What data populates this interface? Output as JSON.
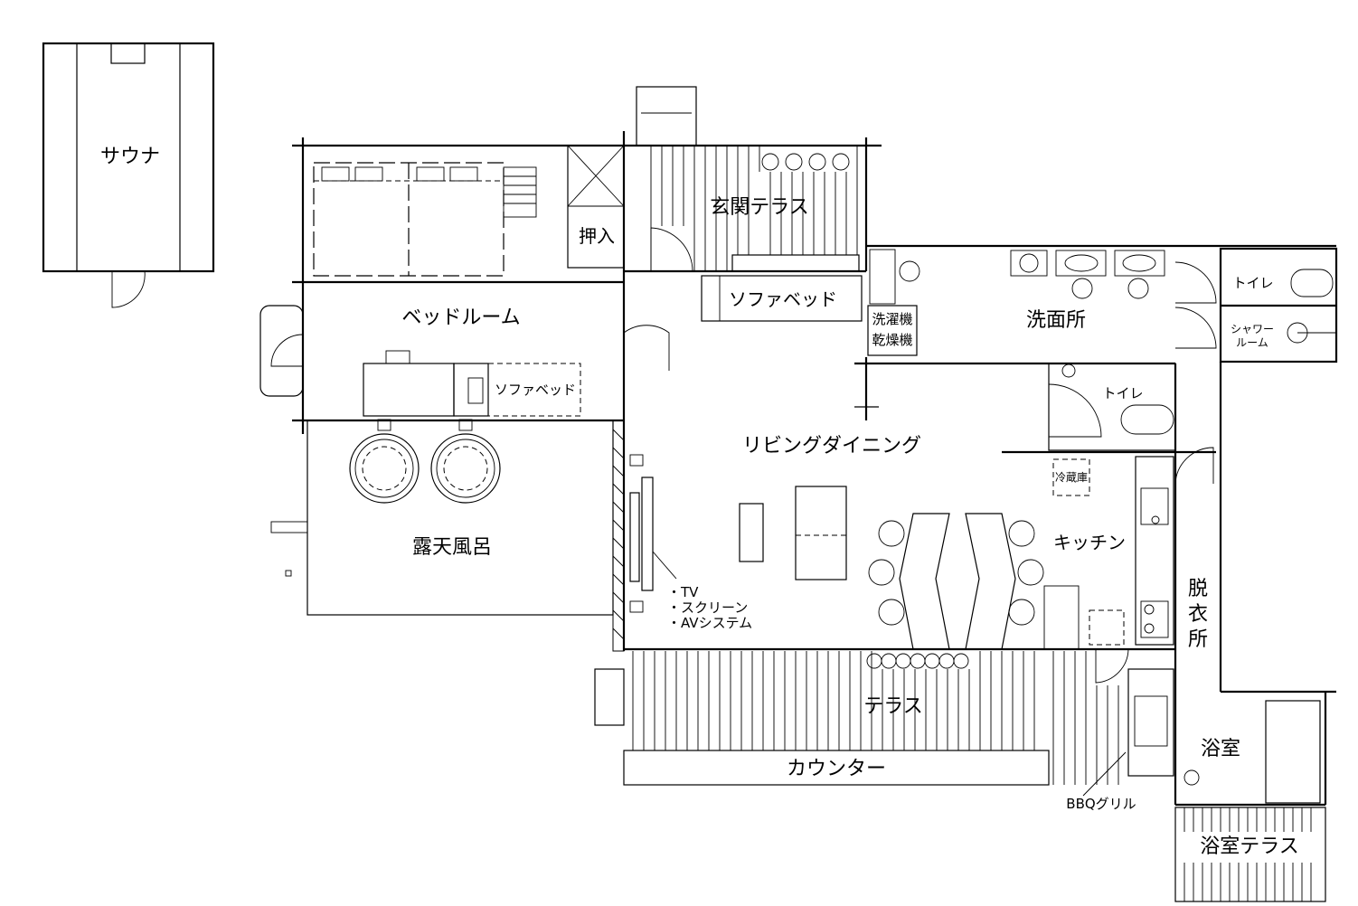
{
  "rooms": {
    "sauna": "サウナ",
    "closet": "押入",
    "entrance_terrace": "玄関テラス",
    "sofa_bed_living": "ソファベッド",
    "bedroom": "ベッドルーム",
    "sofa_bed_bedroom": "ソファベッド",
    "washer_1": "洗濯機",
    "washer_2": "乾燥機",
    "washroom": "洗面所",
    "toilet_right": "トイレ",
    "shower_1": "シャワー",
    "shower_2": "ルーム",
    "toilet_center": "トイレ",
    "living_dining": "リビングダイニング",
    "fridge": "冷蔵庫",
    "kitchen": "キッチン",
    "outdoor_bath": "露天風呂",
    "av_1": "・TV",
    "av_2": "・スクリーン",
    "av_3": "・AVシステム",
    "dressing_1": "脱",
    "dressing_2": "衣",
    "dressing_3": "所",
    "terrace": "テラス",
    "counter": "カウンター",
    "bath": "浴室",
    "bbq": "BBQグリル",
    "bath_terrace": "浴室テラス"
  }
}
